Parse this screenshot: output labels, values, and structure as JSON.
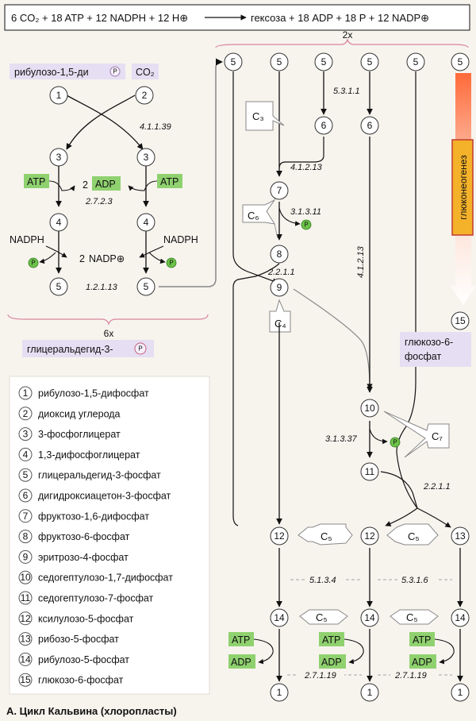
{
  "equation": {
    "left": "6 CO₂ + 18 ATP + 12 NADPH + 12 H⊕",
    "right": "гексоза + 18 ADP + 18 P + 12 NADP⊕"
  },
  "labels": {
    "multiplier_right": "2x",
    "multiplier_left": "6x",
    "ribulose": "рибулозо-1,5-ди",
    "co2": "CO₂",
    "atp": "ATP",
    "adp": "ADP",
    "nadph": "NADPH",
    "nadp": "NADP⊕",
    "two": "2",
    "p": "P",
    "glyceraldehyde": "глицеральдегид-3-",
    "gluconeogenesis": "глюконеогенез",
    "glucose6p_line1": "глюкозо-6-",
    "glucose6p_line2": "фосфат",
    "c3": "C₃",
    "c4": "C₄",
    "c5": "C₅",
    "c6": "C₆",
    "c7": "C₇",
    "caption": "А. Цикл Кальвина (хлоропласты)"
  },
  "enzymes": {
    "e4_1_1_39": "4.1.1.39",
    "e2_7_2_3": "2.7.2.3",
    "e1_2_1_13": "1.2.1.13",
    "e5_3_1_1": "5.3.1.1",
    "e4_1_2_13_a": "4.1.2.13",
    "e3_1_3_11": "3.1.3.11",
    "e2_2_1_1_a": "2.2.1.1",
    "e4_1_2_13_b": "4.1.2.13",
    "e3_1_3_37": "3.1.3.37",
    "e2_2_1_1_b": "2.2.1.1",
    "e5_1_3_4": "5.1.3.4",
    "e5_3_1_6": "5.3.1.6",
    "e2_7_1_19_a": "2.7.1.19",
    "e2_7_1_19_b": "2.7.1.19"
  },
  "legend": [
    {
      "num": "1",
      "name": "рибулозо-1,5-дифосфат"
    },
    {
      "num": "2",
      "name": "диоксид углерода"
    },
    {
      "num": "3",
      "name": "3-фосфоглицерат"
    },
    {
      "num": "4",
      "name": "1,3-дифосфоглицерат"
    },
    {
      "num": "5",
      "name": "глицеральдегид-3-фосфат"
    },
    {
      "num": "6",
      "name": "дигидроксиацетон-3-фосфат"
    },
    {
      "num": "7",
      "name": "фруктозо-1,6-дифосфат"
    },
    {
      "num": "8",
      "name": "фруктозо-6-фосфат"
    },
    {
      "num": "9",
      "name": "эритрозо-4-фосфат"
    },
    {
      "num": "10",
      "name": "седогептулозо-1,7-дифосфат"
    },
    {
      "num": "11",
      "name": "седогептулозо-7-фосфат"
    },
    {
      "num": "12",
      "name": "ксилулозо-5-фосфат"
    },
    {
      "num": "13",
      "name": "рибозо-5-фосфат"
    },
    {
      "num": "14",
      "name": "рибулозо-5-фосфат"
    },
    {
      "num": "15",
      "name": "глюкозо-6-фосфат"
    }
  ],
  "colors": {
    "atp_green": "#8fd16f",
    "p_green": "#6cc24a",
    "lavender": "#e6def2",
    "pink_line": "#d9869c",
    "orange": "#f4b12a",
    "red_border": "#c43a2e"
  }
}
